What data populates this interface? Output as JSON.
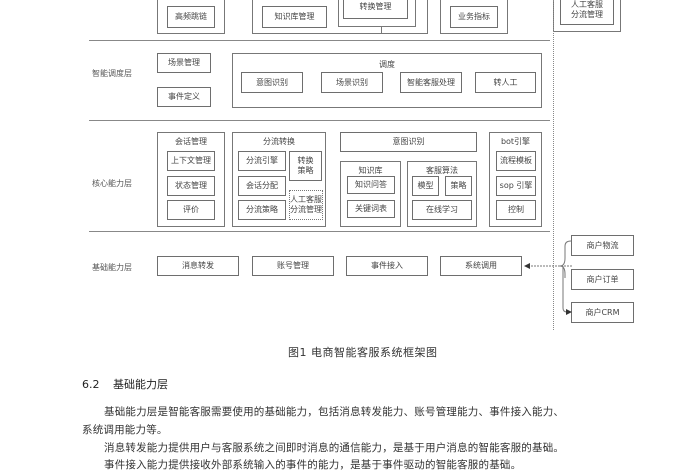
{
  "figure": {
    "caption": "图1 电商智能客服系统框架图",
    "top_partial": {
      "col1_item": "高频跳链",
      "col2_item": "知识库管理",
      "col3_item": "转换管理",
      "col4_item": "业务指标",
      "side_item_line1": "人工客服",
      "side_item_line2": "分流管理"
    },
    "layers": {
      "scheduling": {
        "label": "智能调度层",
        "left_items": [
          "场景管理",
          "事件定义"
        ],
        "dispatch_group": {
          "title": "调度",
          "items": [
            "意图识别",
            "场景识别",
            "智能客服处理",
            "转人工"
          ]
        }
      },
      "core": {
        "label": "核心能力层",
        "session": {
          "title": "会话管理",
          "items": [
            "上下文管理",
            "状态管理",
            "评价"
          ]
        },
        "routing": {
          "title": "分流转换",
          "items": [
            "分流引擎",
            "会话分配",
            "分流策略"
          ],
          "switch_strategy_line1": "转换",
          "switch_strategy_line2": "策略",
          "manual_line1": "人工客服",
          "manual_line2": "分流管理"
        },
        "intent": {
          "title": "意图识别",
          "knowledge": {
            "title": "知识库",
            "items": [
              "知识问答",
              "关键词表"
            ]
          },
          "algorithm": {
            "title": "客服算法",
            "items": [
              "模型",
              "策略",
              "在线学习"
            ]
          }
        },
        "bot": {
          "title": "bot引擎",
          "items": [
            "流程模板",
            "sop 引擎",
            "控制"
          ]
        }
      },
      "basic": {
        "label": "基础能力层",
        "items": [
          "消息转发",
          "账号管理",
          "事件接入",
          "系统调用"
        ]
      }
    },
    "external": {
      "items": [
        "商户物流",
        "商户订单",
        "商户CRM"
      ]
    }
  },
  "text": {
    "section_number": "6.2",
    "section_title": "基础能力层",
    "paragraphs": [
      "基础能力层是智能客服需要使用的基础能力，包括消息转发能力、账号管理能力、事件接入能力、",
      "系统调用能力等。",
      "消息转发能力提供用户与客服系统之间即时消息的通信能力，是基于用户消息的智能客服的基础。",
      "事件接入能力提供接收外部系统输入的事件的能力，是基于事件驱动的智能客服的基础。"
    ]
  },
  "colors": {
    "border": "#6e6e6e",
    "separator": "#888888",
    "text": "#333333"
  }
}
